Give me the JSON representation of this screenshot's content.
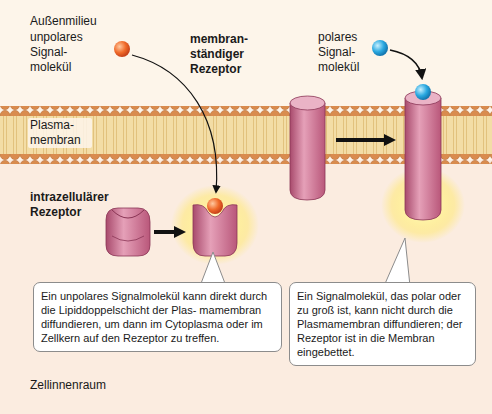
{
  "diagram": {
    "nodes": [
      {
        "text": [
          "Ein unpolares Signalmolekül kann direkt durch die Lipiddoppelschicht der Plas- mamembran diffundieren, um dann im Cytoplasma oder im Zellkern auf den Rezeptor zu treffen."
        ]
      },
      {
        "text": [
          "Ein Signalmolekül, das polar oder zu groß ist, kann nicht durch die Plasmamembran diffundieren; der Rezeptor ist in die Membran eingebettet."
        ]
      }
    ],
    "labels": [
      "Außenmilieu",
      "unpolares Signal- molekül",
      "membran- ständiger Rezeptor",
      "polares Signal- molekül",
      "Plasma- membran",
      "intrazellulärer Rezeptor",
      "Zellinnenraum"
    ]
  }
}
